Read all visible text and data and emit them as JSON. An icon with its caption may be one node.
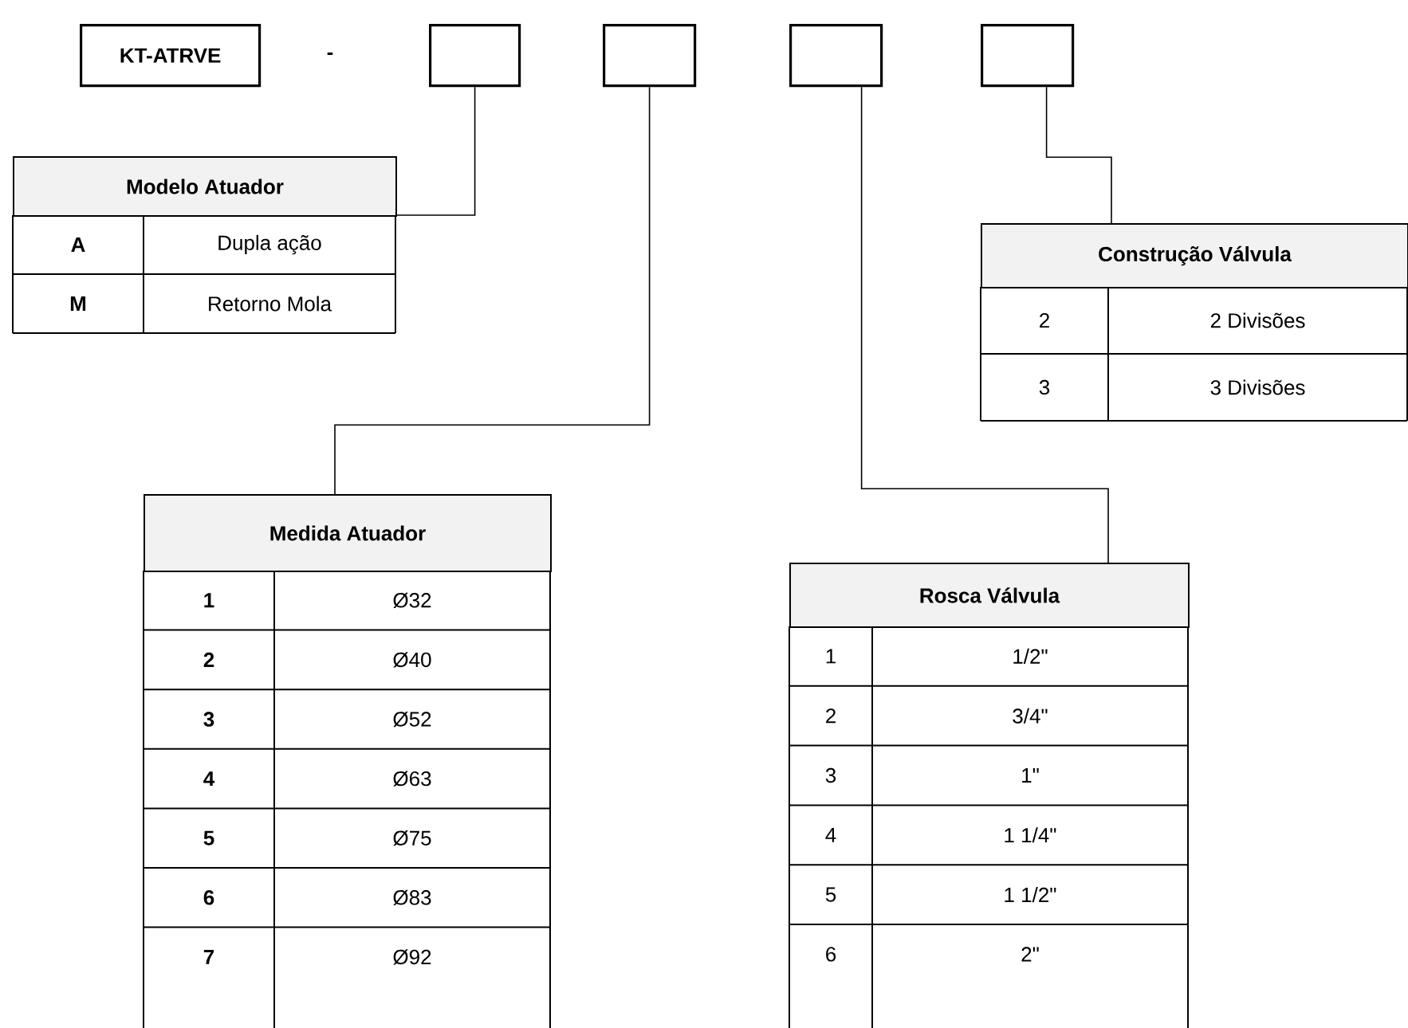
{
  "diagram": {
    "nodes": [
      {
        "text": [
          "KT-ATRVE"
        ]
      },
      {
        "text": [],
        "shape": "box"
      },
      {
        "text": [],
        "shape": "box"
      },
      {
        "text": [],
        "shape": "box"
      },
      {
        "text": [],
        "shape": "box"
      },
      {
        "text": [
          "Modelo Atuador",
          "A",
          "Dupla ação",
          "M",
          "Retorno Mola"
        ]
      },
      {
        "text": [
          "Construção Válvula",
          "2",
          "2 Divisões",
          "3",
          "3 Divisões"
        ]
      },
      {
        "text": [
          "Medida Atuador",
          "1",
          "Ø32",
          "2",
          "Ø40",
          "3",
          "Ø52",
          "4",
          "Ø63",
          "5",
          "Ø75",
          "6",
          "Ø83",
          "7",
          "Ø92"
        ]
      },
      {
        "text": [
          "Rosca Válvula",
          "1",
          "1/2\"",
          "2",
          "3/4\"",
          "3",
          "1\"",
          "4",
          "1 1/4\"",
          "5",
          "1 1/2\"",
          "6",
          "2\""
        ]
      }
    ],
    "edges": [
      {
        "from": 1,
        "to": 5,
        "arrow": "none"
      },
      {
        "from": 2,
        "to": 7,
        "arrow": "none"
      },
      {
        "from": 3,
        "to": 8,
        "arrow": "none"
      },
      {
        "from": 4,
        "to": 6,
        "arrow": "none"
      }
    ],
    "labels": [
      "-"
    ]
  }
}
